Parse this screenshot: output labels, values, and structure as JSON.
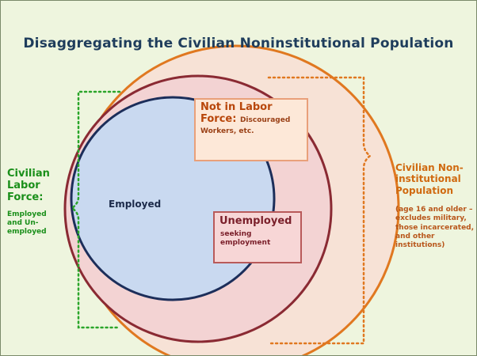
{
  "title": "Disaggregating the Civilian Noninstitutional Population",
  "regions": {
    "employed": "Employed",
    "not_in_labor_force": {
      "title": "Not in Labor Force:",
      "detail": "Discouraged Workers, etc."
    },
    "unemployed": {
      "title": "Unemployed",
      "detail": "seeking employment"
    }
  },
  "brackets": {
    "civilian_labor_force": {
      "title": "Civilian Labor Force:",
      "detail": "Employed and Un-employed"
    },
    "civilian_noninstitutional_population": {
      "title": "Civilian Non-institutional Population",
      "detail": "(age 16 and older – excludes military, those incarcerated, and other institutions)"
    }
  },
  "colors": {
    "background": "#eef5de",
    "title": "#1f3d5c",
    "outer_circle": "#e07820",
    "labor_force_circle": "#8a2a33",
    "employed_circle": "#1c2e5a",
    "employed_fill": "#c9d9f0",
    "labor_bracket": "#2aa52a",
    "population_bracket": "#e07820"
  }
}
